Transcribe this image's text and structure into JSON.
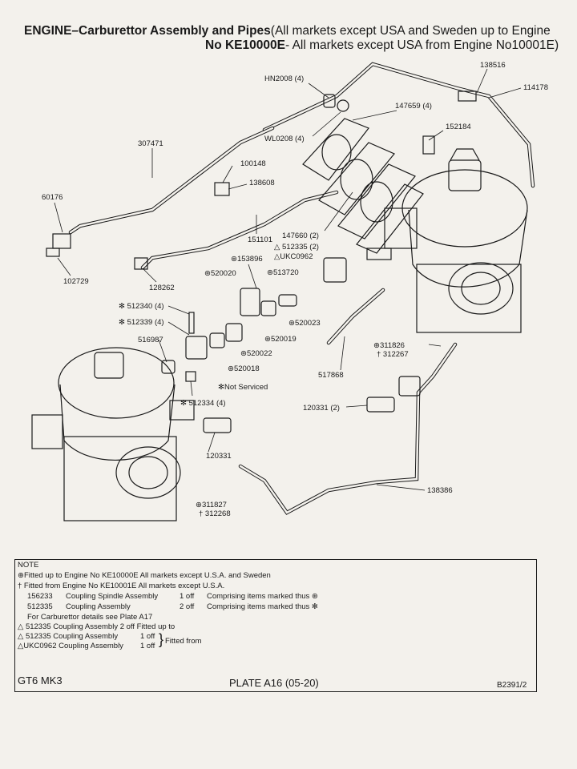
{
  "header": {
    "title_bold": "ENGINE–Carburettor Assembly and Pipes",
    "title_rest": "(All markets except USA and Sweden up to Engine",
    "title_line2_bold": "No KE10000E",
    "title_line2_rest": "- All markets except USA from Engine No10001E)"
  },
  "parts": {
    "p138516": "138516",
    "p114178": "114178",
    "hn2008": "HN2008 (4)",
    "p147659": "147659 (4)",
    "wl0208": "WL0208 (4)",
    "p152184": "152184",
    "p307471": "307471",
    "p100148": "100148",
    "p138608": "138608",
    "p60176": "60176",
    "p151101": "151101",
    "p147660": "147660 (2)",
    "p512335": "△ 512335 (2)",
    "ukc0962": "△UKC0962",
    "p102729": "102729",
    "p128262": "128262",
    "p153896": "⊛153896",
    "p520020": "⊛520020",
    "p513720": "⊛513720",
    "p512340": "✻ 512340 (4)",
    "p512339": "✻ 512339 (4)",
    "p520023": "⊛520023",
    "p520019": "⊛520019",
    "p516987": "516987",
    "p520022": "⊛520022",
    "p520018": "⊛520018",
    "not_serviced": "✻Not Serviced",
    "p311826": "⊕311826",
    "p312267": "† 312267",
    "p517868": "517868",
    "p512334": "✻ 512334 (4)",
    "p120331_2": "120331 (2)",
    "p120331": "120331",
    "p138386": "138386",
    "p311827": "⊕311827",
    "p312268": "† 312268"
  },
  "note": {
    "heading": "NOTE",
    "line1": "⊕Fitted up to Engine No KE10000E All markets except U.S.A. and Sweden",
    "line2": "† Fitted from Engine No KE10001E  All markets except U.S.A.",
    "row1_num": "156233",
    "row1_desc": "Coupling Spindle Assembly",
    "row1_qty": "1 off",
    "row1_comp": "Comprising items marked thus ⊛",
    "row2_num": "512335",
    "row2_desc": "Coupling Assembly",
    "row2_qty": "2 off",
    "row2_comp": "Comprising items marked thus ✻",
    "line5": "For Carburettor details see Plate A17",
    "line6": "△ 512335 Coupling Assembly      2 off Fitted up to",
    "line7": "△ 512335 Coupling Assembly",
    "line7_qty": "1 off",
    "line8": "△UKC0962 Coupling Assembly",
    "line8_qty": "1 off",
    "fitted_from": "Fitted from"
  },
  "footer": {
    "model": "GT6 MK3",
    "plate": "PLATE A16 (05-20)",
    "code": "B2391/2"
  }
}
